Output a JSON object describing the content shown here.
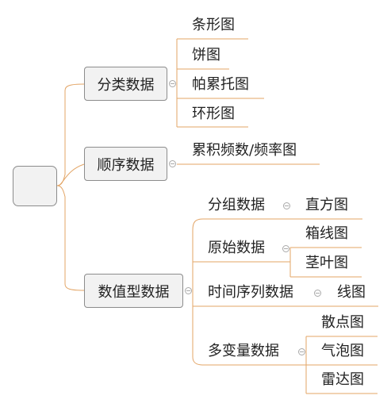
{
  "root": {
    "label": ""
  },
  "categories": [
    {
      "label": "分类数据",
      "children": [
        "条形图",
        "饼图",
        "帕累托图",
        "环形图"
      ]
    },
    {
      "label": "顺序数据",
      "children": [
        "累积频数/频率图"
      ]
    },
    {
      "label": "数值型数据",
      "groups": [
        {
          "label": "分组数据",
          "children": [
            "直方图"
          ]
        },
        {
          "label": "原始数据",
          "children": [
            "箱线图",
            "茎叶图"
          ]
        },
        {
          "label": "时间序列数据",
          "children": [
            "线图"
          ]
        },
        {
          "label": "多变量数据",
          "children": [
            "散点图",
            "气泡图",
            "雷达图"
          ]
        }
      ]
    }
  ],
  "colors": {
    "connector": "#e3a566",
    "node_fill": "#f2f2f2",
    "node_border": "#8c8c8c"
  }
}
